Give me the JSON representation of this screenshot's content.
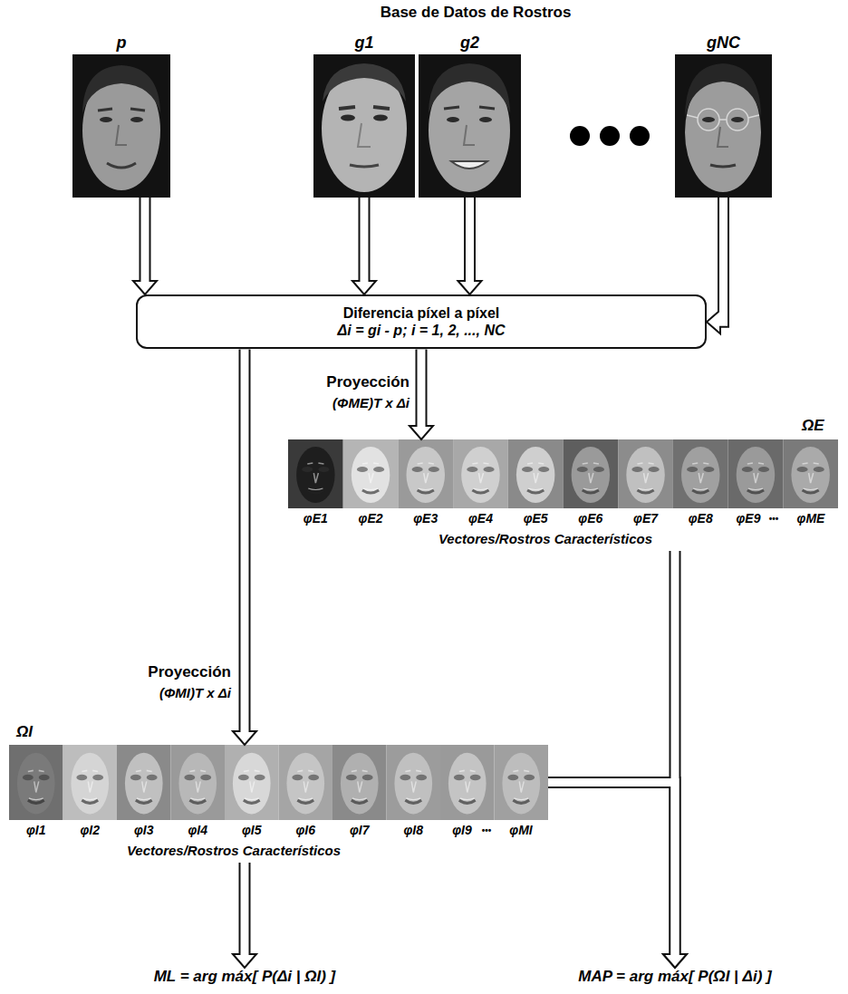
{
  "diagram": {
    "nodes": [
      {
        "text": [
          "p"
        ]
      },
      {
        "text": [
          "g1"
        ]
      },
      {
        "text": [
          "g2"
        ]
      },
      {
        "text": [
          "gNC"
        ]
      },
      {
        "text": [
          "Diferencia píxel a píxel",
          "Δi = gi - p; i = 1, 2, ..., NC"
        ]
      },
      {
        "text": [
          "Proyección",
          "(ΦME)T x Δi",
          "ΩE",
          "φE1",
          "φE2",
          "φE3",
          "φE4",
          "φE5",
          "φE6",
          "φE7",
          "φE8",
          "φE9",
          "•••",
          "φME",
          "Vectores/Rostros Característicos"
        ]
      },
      {
        "text": [
          "Proyección",
          "(ΦMI)T x Δi",
          "ΩI",
          "φI1",
          "φI2",
          "φI3",
          "φI4",
          "φI5",
          "φI6",
          "φI7",
          "φI8",
          "φI9",
          "•••",
          "φMI",
          "Vectores/Rostros Característicos"
        ]
      },
      {
        "text": [
          "ML = arg máx[ P(Δi | ΩI) ]"
        ]
      },
      {
        "text": [
          "MAP = arg máx[ P(ΩI | Δi) ]"
        ]
      }
    ],
    "edges": [
      {
        "from": 0,
        "to": 4,
        "arrow": "to"
      },
      {
        "from": 1,
        "to": 4,
        "arrow": "to"
      },
      {
        "from": 2,
        "to": 4,
        "arrow": "to"
      },
      {
        "from": 3,
        "to": 4,
        "arrow": "to"
      },
      {
        "from": 4,
        "to": 5,
        "arrow": "to"
      },
      {
        "from": 4,
        "to": 6,
        "arrow": "to"
      },
      {
        "from": 5,
        "to": 8,
        "arrow": "to"
      },
      {
        "from": 6,
        "to": 7,
        "arrow": "to"
      },
      {
        "from": 6,
        "to": 8,
        "arrow": "to"
      }
    ],
    "labels": [
      "Base de Datos de Rostros"
    ]
  }
}
